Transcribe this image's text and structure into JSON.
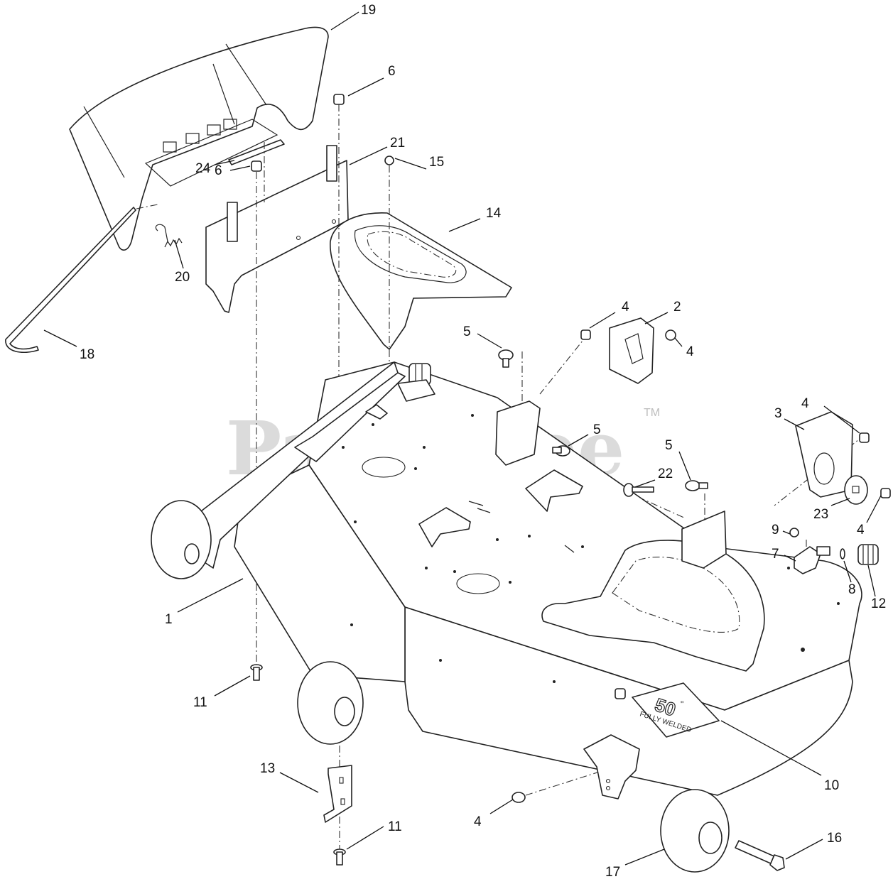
{
  "watermark": {
    "text": "PartsTree",
    "mark": "TM"
  },
  "callouts": [
    {
      "id": "c19",
      "label": "19"
    },
    {
      "id": "c6a",
      "label": "6"
    },
    {
      "id": "c21",
      "label": "21"
    },
    {
      "id": "c15",
      "label": "15"
    },
    {
      "id": "c24",
      "label": "24"
    },
    {
      "id": "c6b",
      "label": "6"
    },
    {
      "id": "c14",
      "label": "14"
    },
    {
      "id": "c20",
      "label": "20"
    },
    {
      "id": "c18",
      "label": "18"
    },
    {
      "id": "c4a",
      "label": "4"
    },
    {
      "id": "c2",
      "label": "2"
    },
    {
      "id": "c5a",
      "label": "5"
    },
    {
      "id": "c4b",
      "label": "4"
    },
    {
      "id": "c3",
      "label": "3"
    },
    {
      "id": "c4c",
      "label": "4"
    },
    {
      "id": "c5b",
      "label": "5"
    },
    {
      "id": "c5c",
      "label": "5"
    },
    {
      "id": "c22",
      "label": "22"
    },
    {
      "id": "c23",
      "label": "23"
    },
    {
      "id": "c4d",
      "label": "4"
    },
    {
      "id": "c9",
      "label": "9"
    },
    {
      "id": "c7",
      "label": "7"
    },
    {
      "id": "c8",
      "label": "8"
    },
    {
      "id": "c12",
      "label": "12"
    },
    {
      "id": "c1",
      "label": "1"
    },
    {
      "id": "c11a",
      "label": "11"
    },
    {
      "id": "c10",
      "label": "10"
    },
    {
      "id": "c13",
      "label": "13"
    },
    {
      "id": "c4e",
      "label": "4"
    },
    {
      "id": "c11b",
      "label": "11"
    },
    {
      "id": "c16",
      "label": "16"
    },
    {
      "id": "c17",
      "label": "17"
    }
  ],
  "deck_badge": {
    "size": "50",
    "unit": "\"",
    "line": "FULLY WELDED"
  }
}
